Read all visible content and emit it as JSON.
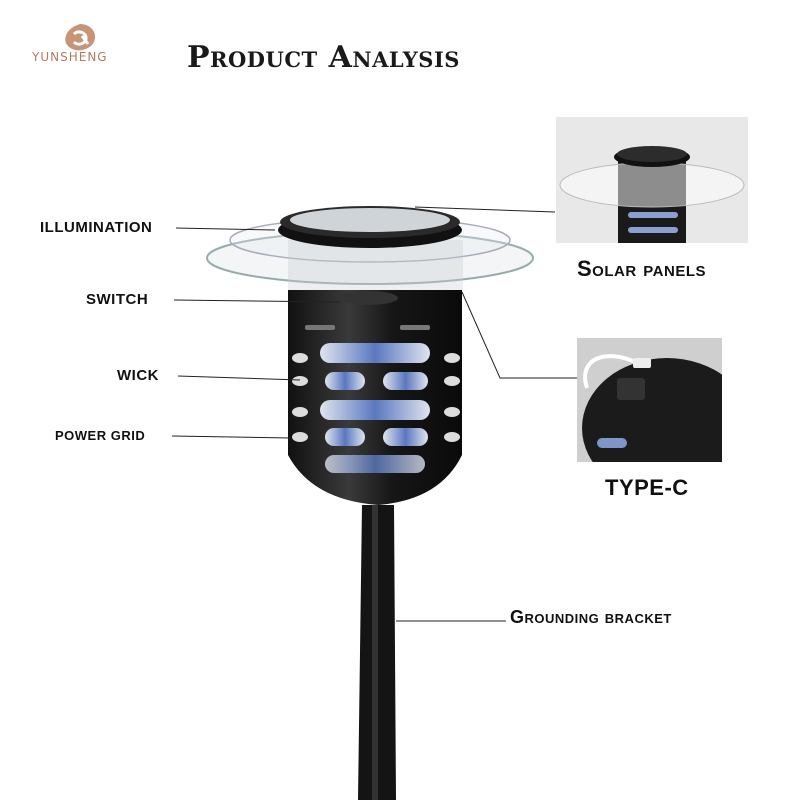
{
  "brand": {
    "name": "YUNSHENG",
    "color": "#b47a5c"
  },
  "title": "Product Analysis",
  "labels": {
    "illumination": "ILLUMINATION",
    "switch": "SWITCH",
    "wick": "WICK",
    "power_grid": "POWER GRID",
    "solar_panels": "Solar panels",
    "type_c": "TYPE-C",
    "grounding_bracket": "Grounding bracket"
  }
}
